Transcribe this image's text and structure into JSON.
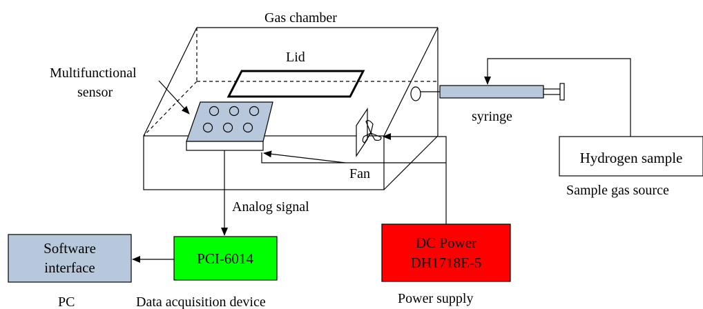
{
  "labels": {
    "gas_chamber": "Gas chamber",
    "lid": "Lid",
    "sensor_line1": "Multifunctional",
    "sensor_line2": "sensor",
    "syringe": "syringe",
    "fan": "Fan",
    "analog_signal": "Analog signal",
    "pc": "PC",
    "daq": "Data acquisition device",
    "power_supply": "Power supply",
    "sample_gas_source": "Sample gas source"
  },
  "boxes": {
    "software_line1": "Software",
    "software_line2": "interface",
    "pci": "PCI-6014",
    "dc_line1": "DC Power",
    "dc_line2": "DH1718E-5",
    "hydrogen": "Hydrogen sample"
  },
  "colors": {
    "software_fill": "#b8c8dc",
    "pci_fill": "#00ff00",
    "dc_fill": "#ff0000",
    "sensor_fill": "#b8c8dc"
  }
}
